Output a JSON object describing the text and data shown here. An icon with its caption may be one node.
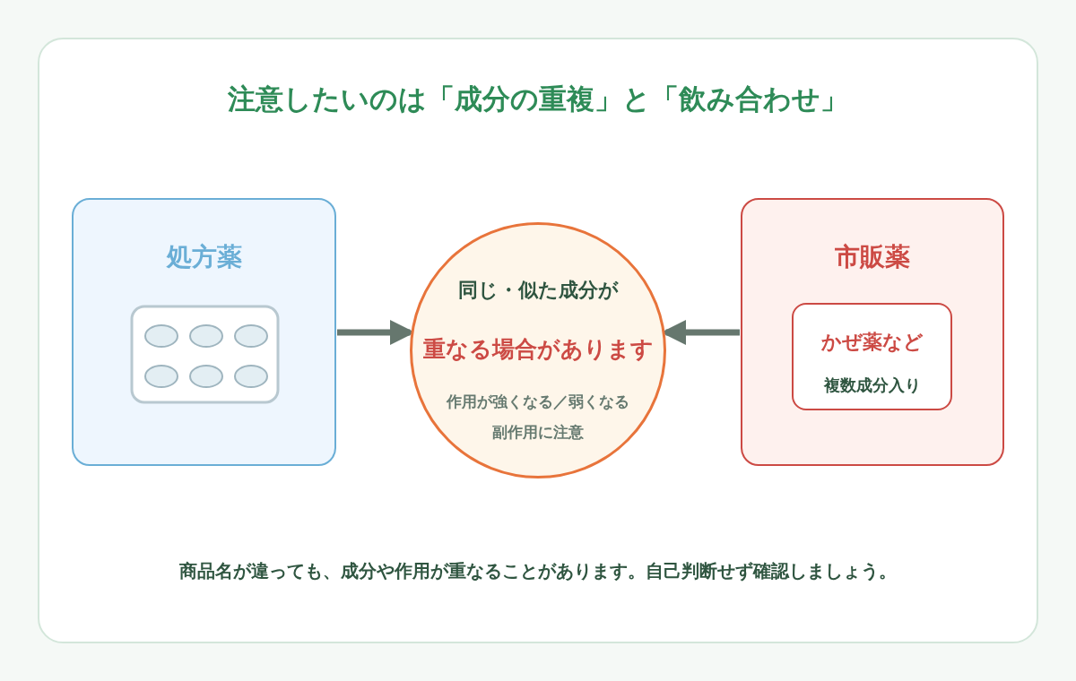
{
  "diagram": {
    "title": "注意したいのは「成分の重複」と「飲み合わせ」",
    "caption": "商品名が違っても、成分や作用が重なることがあります。自己判断せず確認しましょう。",
    "nodes": [
      {
        "text": [
          "処方薬"
        ]
      },
      {
        "text": [
          "同じ・似た成分が",
          "重なる場合があります",
          "作用が強くなる／弱くなる",
          "副作用に注意"
        ]
      },
      {
        "text": [
          "市販薬"
        ]
      },
      {
        "text": [
          "かぜ薬など",
          "複数成分入り"
        ],
        "in": 2
      }
    ],
    "edges": [
      {
        "from": 0,
        "to": 1,
        "arrow": "to"
      },
      {
        "from": 2,
        "to": 1,
        "arrow": "to"
      }
    ]
  }
}
